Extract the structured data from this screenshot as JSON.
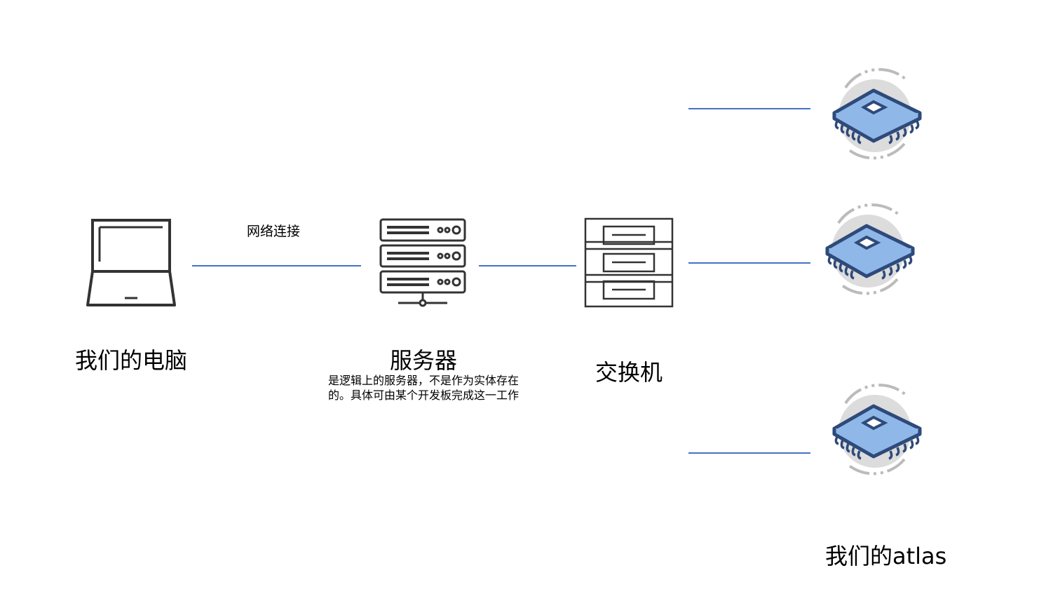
{
  "nodes": {
    "computer": {
      "label": "我们的电脑"
    },
    "server": {
      "label": "服务器",
      "note": "是逻辑上的服务器，不是作为实体存在的。具体可由某个开发板完成这一工作"
    },
    "switch": {
      "label": "交换机"
    },
    "atlas": {
      "label": "我们的atlas"
    }
  },
  "edges": {
    "computer_server": {
      "label": "网络连接"
    }
  },
  "colors": {
    "link": "#4472c4",
    "icon_stroke": "#333333",
    "chip_fill": "#8fb8e8",
    "chip_stroke": "#2e4a7a",
    "chip_halo": "#dcdcdc"
  }
}
